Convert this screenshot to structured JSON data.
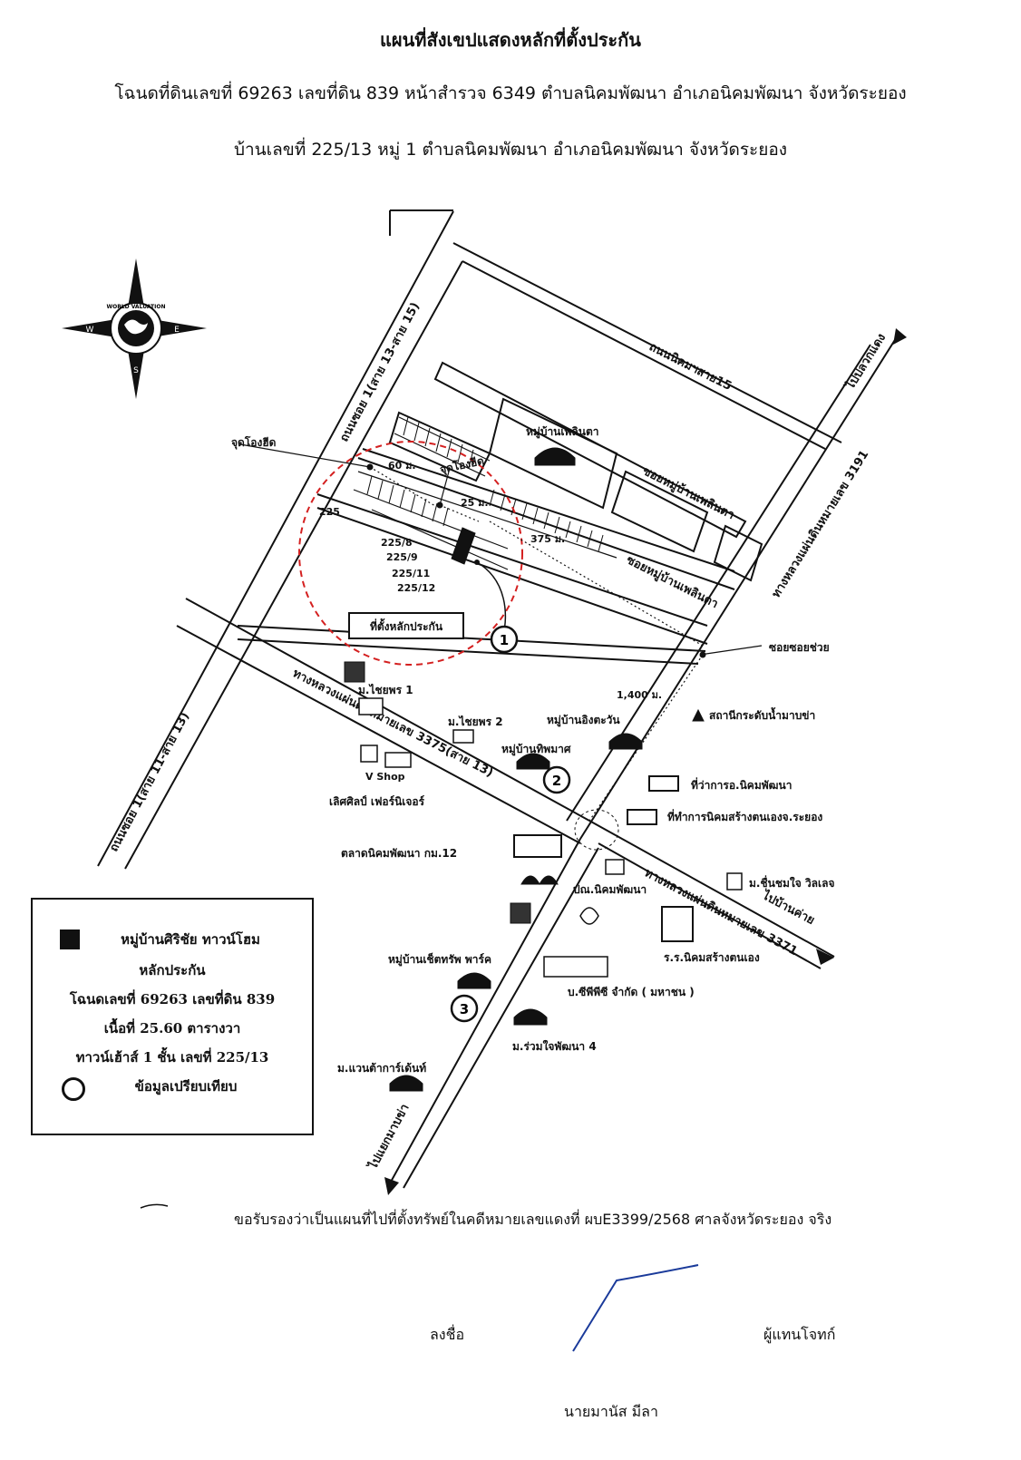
{
  "header": {
    "title": "แผนที่สังเขปแสดงหลักที่ตั้งประกัน",
    "line1": "โฉนดที่ดินเลขที่ 69263  เลขที่ดิน  839  หน้าสำรวจ  6349  ตำบลนิคมพัฒนา  อำเภอนิคมพัฒนา  จังหวัดระยอง",
    "line2": "บ้านเลขที่ 225/13 หมู่ 1 ตำบลนิคมพัฒนา  อำเภอนิคมพัฒนา  จังหวัดระยอง"
  },
  "compass": {
    "logo_text": "WORLD VALUATION",
    "west": "W",
    "east": "E",
    "south": "S"
  },
  "roads": {
    "nikom_soi15": "ถนนนิคมฯสาย15",
    "soi_1_top": "ถนนซอย 1(สาย 13-สาย 15)",
    "soi_1_bottom": "ถนนซอย 1(สาย 11-สาย 13)",
    "hwy_3191": "ทางหลวงแผ่นดินหมายเลข 3191",
    "hwy_3375": "ทางหลวงแผ่นดินหมายเลข 3375(สาย 13)",
    "hwy_3371": "ทางหลวงแผ่นดินหมายเลข 3371",
    "soi_moo_ban_1": "ซอยหมู่บ้านเพลินตา",
    "soi_moo_ban_2": "ซอยหมู่บ้านเพลินตา",
    "soi_chuay": "ซอยซอยช่วย",
    "to_pluak_daeng": "ไปปลวกแดง",
    "to_ban_khai": "ไปบ้านค่าย",
    "to_yaek_map_kha": "ไปแยกมาบข่า"
  },
  "distances": {
    "d60": "60 ม.",
    "d25": "25 ม.",
    "d375": "375 ม.",
    "d1400": "1,400 ม."
  },
  "points": {
    "ref1": "จุดโองฮีด",
    "ref2": "จุดโองฮีด"
  },
  "lots": {
    "l225": "225",
    "l225_8": "225/8",
    "l225_9": "225/9",
    "l225_11": "225/11",
    "l225_12": "225/12"
  },
  "subject_label": "ที่ตั้งหลักประกัน",
  "comparables": {
    "c1": "1",
    "c2": "2",
    "c3": "3"
  },
  "landmarks": {
    "m_ploenta": "หมู่บ้านเพลินตา",
    "m_chaiyaporn1": "ม.ไชยพร 1",
    "m_chaiyaporn2": "ม.ไชยพร 2",
    "m_thipmas": "หมู่บ้านทิพมาศ",
    "m_ingtawan": "หมู่บ้านอิงตะวัน",
    "v_shop": "V Shop",
    "lertsilp": "เลิศศิลป์ เฟอร์นิเจอร์",
    "water_station": "สถานีกระดับน้ำมาบข่า",
    "district_office": "ที่ว่าการอ.นิคมพัฒนา",
    "nikom_office": "ที่ทำการนิคมสร้างตนเองจ.ระยอง",
    "market": "ตลาดนิคมพัฒนา กม.12",
    "post_office": "ปณ.นิคมพัฒนา",
    "m_chuenchomjai": "ม.ชื่นชมใจ วิลเลจ",
    "school": "ร.ร.นิคมสร้างตนเอง",
    "m_setsap": "หมู่บ้านเช็ตทรัพ พาร์ค",
    "company": "บ.ซีพีพีซี จำกัด ( มหาชน )",
    "m_ruamjai": "ม.ร่วมใจพัฒนา 4",
    "m_wantakan": "ม.แวนต้าการ์เด้นท์"
  },
  "legend": {
    "item1": "หมู่บ้านศิริชัย ทาวน์โฮม",
    "item1b": "หลักประกัน",
    "line2": "โฉนดเลขที่ 69263 เลขที่ดิน 839",
    "line3": "เนื้อที่ 25.60 ตารางวา",
    "line4": "ทาวน์เฮ้าส์ 1 ชั้น เลขที่ 225/13",
    "line5": "ข้อมูลเปรียบเทียบ"
  },
  "footer": {
    "certify": "ขอรับรองว่าเป็นแผนที่ไปที่ตั้งทรัพย์ในคดีหมายเลขแดงที่ ผบE3399/2568 ศาลจังหวัดระยอง จริง",
    "sign_label": "ลงชื่อ",
    "role": "ผู้แทนโจทก์",
    "name": "นายมานัส   มีลา"
  }
}
